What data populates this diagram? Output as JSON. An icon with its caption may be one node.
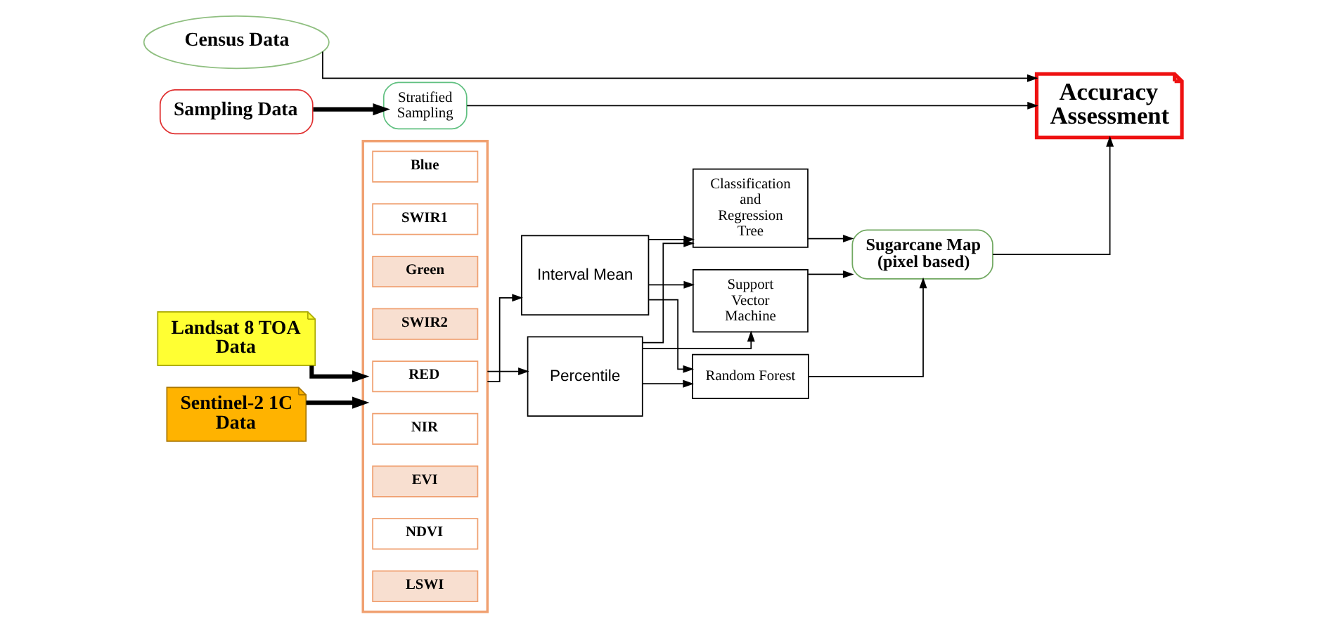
{
  "diagram": {
    "nodes": [
      {
        "text": [
          "Census Data"
        ]
      },
      {
        "text": [
          "Sampling Data"
        ]
      },
      {
        "text": [
          "Stratified Sampling"
        ]
      },
      {
        "text": [
          "Accuracy Assessment"
        ]
      },
      {
        "text": [
          "Landsat 8 TOA Data"
        ]
      },
      {
        "text": [
          "Sentinel-2 1C Data"
        ]
      },
      {
        "text": [],
        "shape": "box"
      },
      {
        "text": [
          "Blue"
        ],
        "in": 6
      },
      {
        "text": [
          "SWIR1"
        ],
        "in": 6
      },
      {
        "text": [
          "Green"
        ],
        "in": 6
      },
      {
        "text": [
          "SWIR2"
        ],
        "in": 6
      },
      {
        "text": [
          "RED"
        ],
        "in": 6
      },
      {
        "text": [
          "NIR"
        ],
        "in": 6
      },
      {
        "text": [
          "EVI"
        ],
        "in": 6
      },
      {
        "text": [
          "NDVI"
        ],
        "in": 6
      },
      {
        "text": [
          "LSWI"
        ],
        "in": 6
      },
      {
        "text": [
          "Interval Mean"
        ]
      },
      {
        "text": [
          "Percentile"
        ]
      },
      {
        "text": [
          "Classification and Regression Tree"
        ]
      },
      {
        "text": [
          "Support Vector Machine"
        ]
      },
      {
        "text": [
          "Random Forest"
        ]
      },
      {
        "text": [
          "Sugarcane Map (pixel based)"
        ]
      }
    ],
    "edges": [
      {
        "from": 0,
        "to": 3,
        "arrow": "to"
      },
      {
        "from": 1,
        "to": 2,
        "arrow": "to",
        "style": "thick"
      },
      {
        "from": 2,
        "to": 3,
        "arrow": "to"
      },
      {
        "from": 4,
        "to": 6,
        "arrow": "to",
        "style": "thick"
      },
      {
        "from": 5,
        "to": 6,
        "arrow": "to",
        "style": "thick"
      },
      {
        "from": 6,
        "to": 16,
        "arrow": "to"
      },
      {
        "from": 6,
        "to": 17,
        "arrow": "to"
      },
      {
        "from": 16,
        "to": 18,
        "arrow": "to"
      },
      {
        "from": 16,
        "to": 19,
        "arrow": "to"
      },
      {
        "from": 16,
        "to": 20,
        "arrow": "to"
      },
      {
        "from": 17,
        "to": 18,
        "arrow": "to"
      },
      {
        "from": 17,
        "to": 19,
        "arrow": "to"
      },
      {
        "from": 17,
        "to": 20,
        "arrow": "to"
      },
      {
        "from": 18,
        "to": 21,
        "arrow": "to"
      },
      {
        "from": 19,
        "to": 21,
        "arrow": "to"
      },
      {
        "from": 20,
        "to": 21,
        "arrow": "to"
      },
      {
        "from": 21,
        "to": 3,
        "arrow": "to"
      }
    ]
  }
}
